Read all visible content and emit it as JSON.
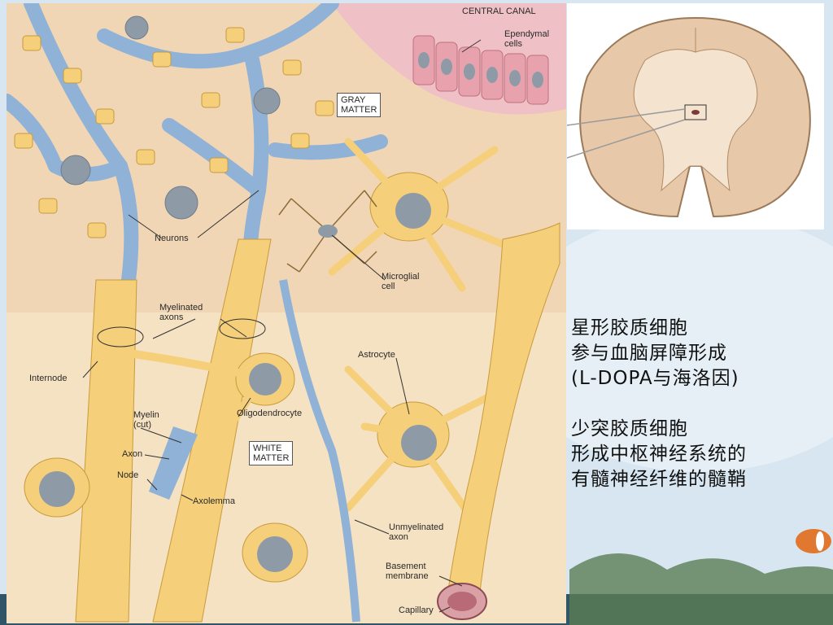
{
  "figure": {
    "labels": {
      "central_canal": "CENTRAL CANAL",
      "ependymal_cells": "Ependymal\ncells",
      "gray_matter": "GRAY\nMATTER",
      "neurons": "Neurons",
      "microglial_cell": "Microglial\ncell",
      "myelinated_axons": "Myelinated\naxons",
      "astrocyte": "Astrocyte",
      "internode": "Internode",
      "myelin_cut": "Myelin\n(cut)",
      "oligodendrocyte": "Oligodendrocyte",
      "axon": "Axon",
      "white_matter": "WHITE\nMATTER",
      "node": "Node",
      "axolemma": "Axolemma",
      "unmyelinated_axon": "Unmyelinated\naxon",
      "basement_membrane": "Basement\nmembrane",
      "capillary": "Capillary"
    }
  },
  "caption": {
    "astrocyte_title": "星形胶质细胞",
    "astrocyte_line2": "参与血脑屏障形成",
    "astrocyte_line3": "(L-DOPA与海洛因)",
    "oligo_title": "少突胶质细胞",
    "oligo_line2": "形成中枢神经系统的",
    "oligo_line3": "有髓神经纤维的髓鞘"
  },
  "colors": {
    "tissue": "#f4dfb9",
    "glia_yellow": "#f5cf7a",
    "neuron_blue": "#8fb2d6",
    "nucleus": "#8e9aa6",
    "ependymal_pink": "#e7a2ad",
    "cord_tan": "#e7c8a8"
  }
}
